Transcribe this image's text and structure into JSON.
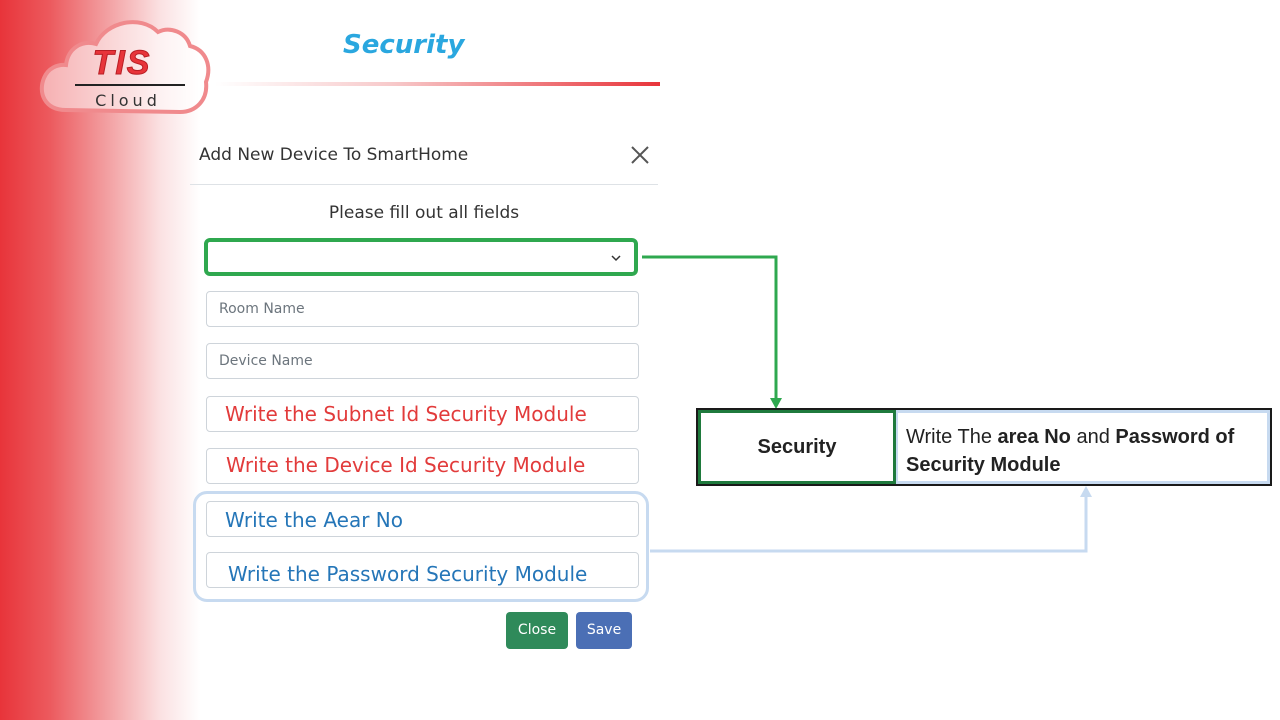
{
  "logo": {
    "brand": "TIS",
    "sub": "Cloud"
  },
  "page": {
    "title": "Security"
  },
  "modal": {
    "title": "Add New Device To SmartHome",
    "instruction": "Please fill out all fields",
    "device_type_select": {
      "value": ""
    },
    "fields": {
      "room_name_placeholder": "Room Name",
      "device_name_placeholder": "Device Name",
      "subnet_hint": "Write the Subnet Id Security Module",
      "device_id_hint": "Write the Device Id Security Module",
      "area_no_hint": "Write the Aear No",
      "password_hint": "Write the Password Security Module"
    },
    "buttons": {
      "close": "Close",
      "save": "Save"
    }
  },
  "info_table": {
    "type_label": "Security",
    "description": {
      "t1": "Write The ",
      "b1": "area No",
      "t2": " and ",
      "b2": "Password of",
      "b3": "Security Module"
    }
  },
  "colors": {
    "brand_red": "#e8343a",
    "title_blue": "#2aa7df",
    "green_highlight": "#2fa84f",
    "blue_highlight": "#c7daf0",
    "hint_red": "#e23b3b",
    "hint_blue": "#2576b8",
    "close_button": "#2f8a5a",
    "save_button": "#4b6fb5"
  },
  "icons": [
    "cloud-logo-icon",
    "close-icon",
    "chevron-down-icon"
  ]
}
